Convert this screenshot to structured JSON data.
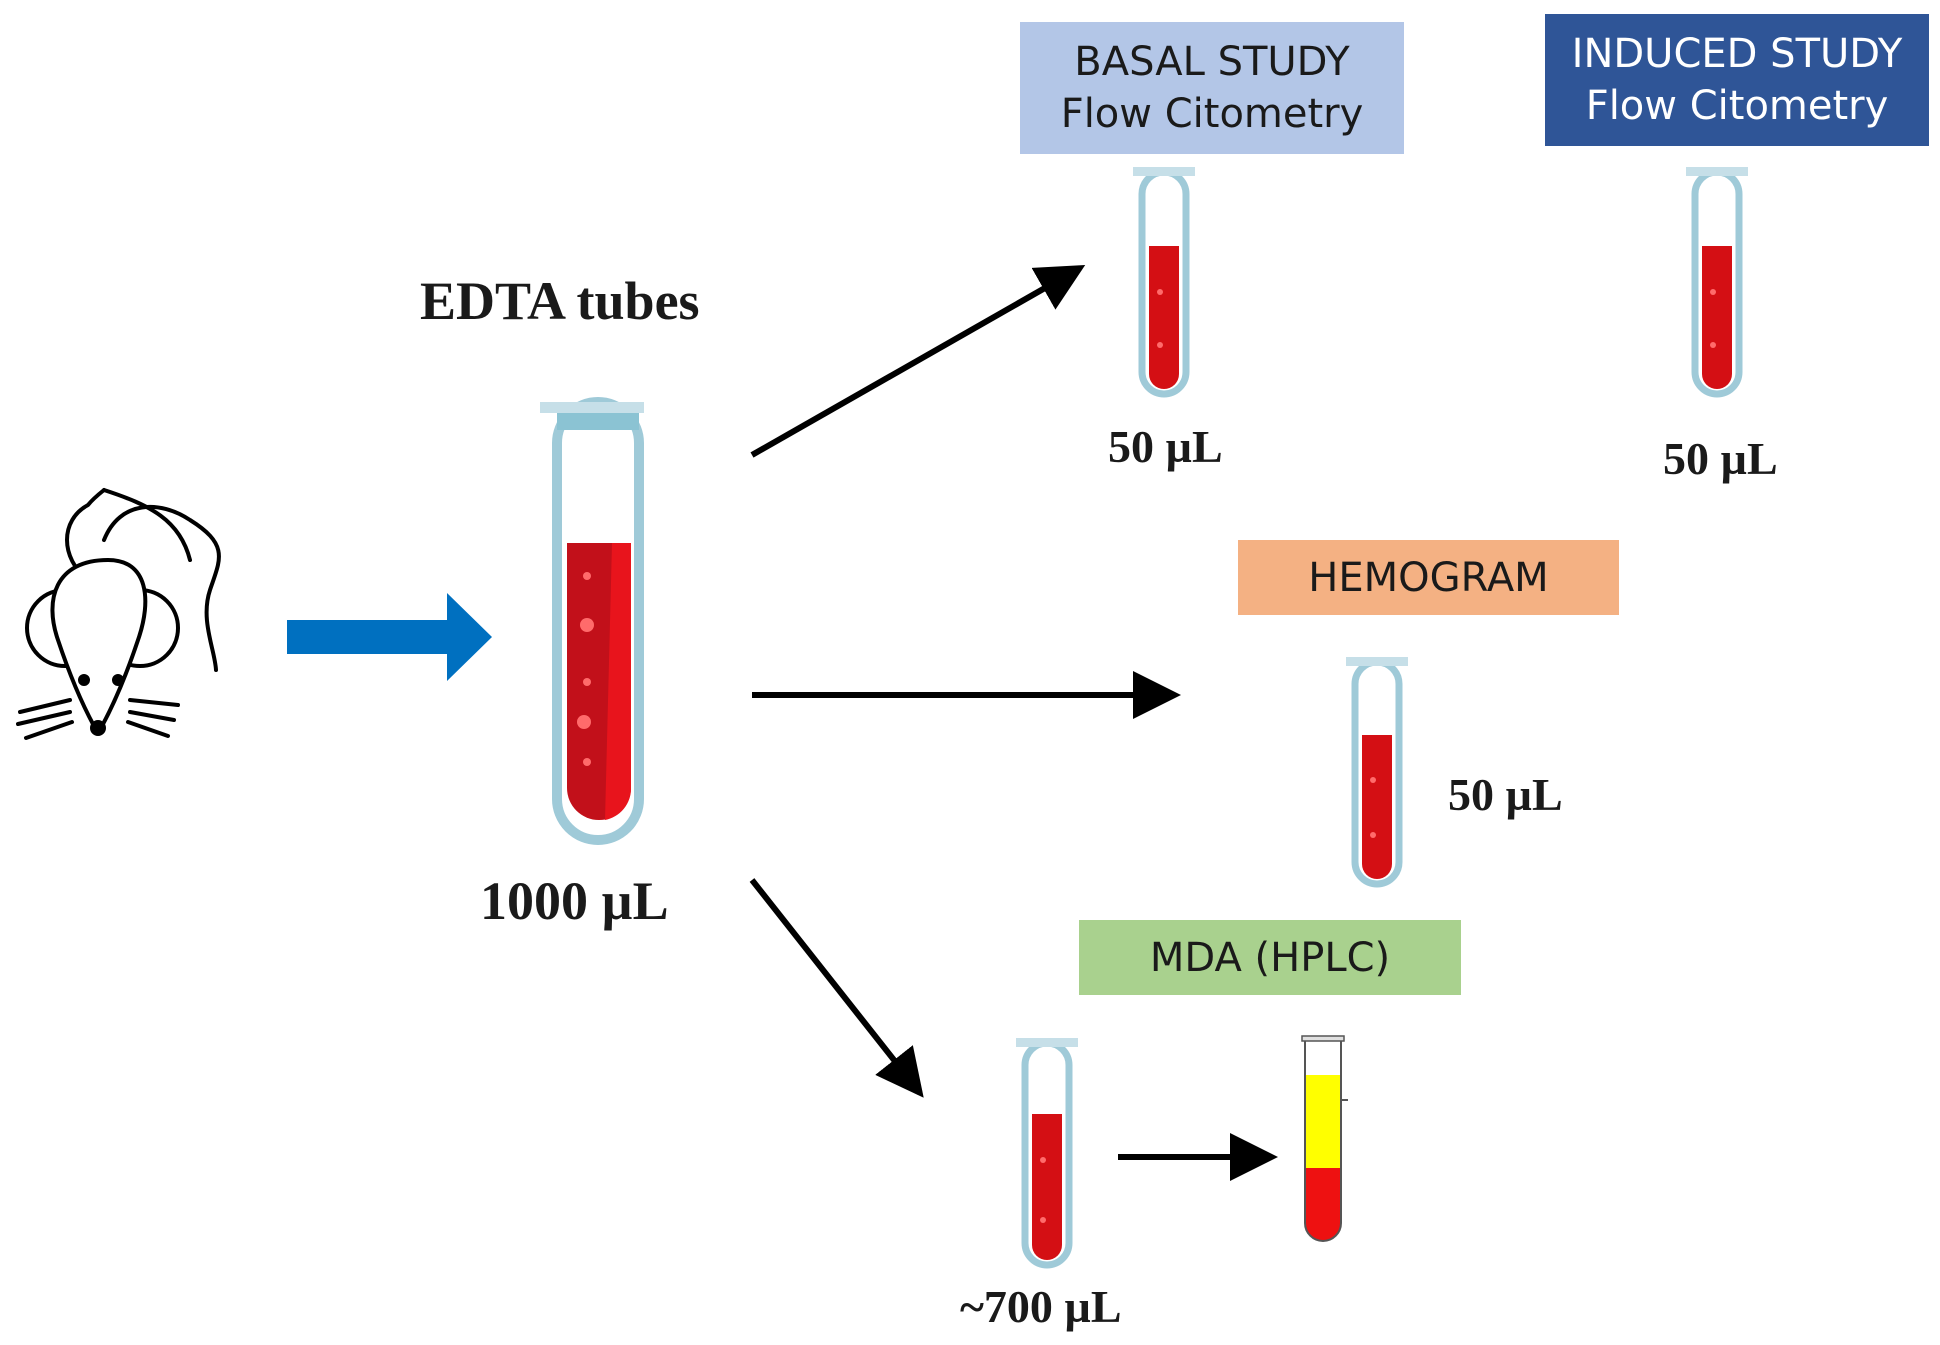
{
  "diagram": {
    "edta_label": "EDTA tubes",
    "main_volume": "1000 µL",
    "basal": {
      "line1": "BASAL STUDY",
      "line2": "Flow Citometry",
      "volume": "50 µL"
    },
    "induced": {
      "line1": "INDUCED STUDY",
      "line2": "Flow Citometry",
      "volume": "50 µL"
    },
    "hemogram": {
      "label": "HEMOGRAM",
      "volume": "50 µL"
    },
    "mda": {
      "label": "MDA (HPLC)",
      "volume": "~700 µL"
    }
  },
  "colors": {
    "basal_box": "#b3c6e7",
    "induced_box": "#2f5597",
    "hemogram_box": "#f4b183",
    "mda_box": "#a9d18e",
    "blood": "#d40f14",
    "plasma": "#ffff00",
    "flow_arrow": "#0070c0",
    "tube_glass": "#9fcad8"
  }
}
